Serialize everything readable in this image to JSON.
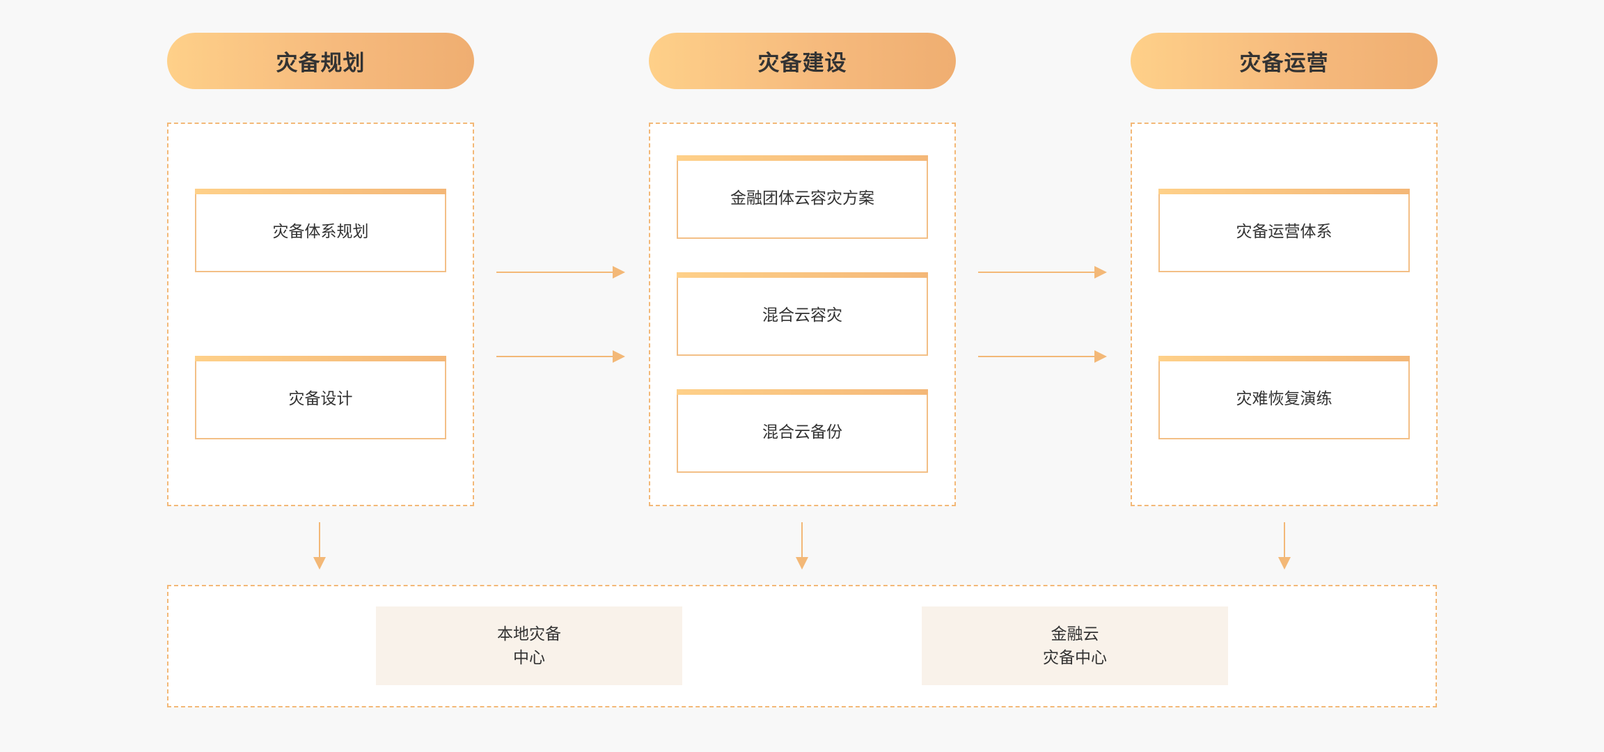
{
  "stages": [
    {
      "title": "灾备规划",
      "items": [
        "灾备体系规划",
        "灾备设计"
      ]
    },
    {
      "title": "灾备建设",
      "items": [
        "金融团体云容灾方案",
        "混合云容灾",
        "混合云备份"
      ]
    },
    {
      "title": "灾备运营",
      "items": [
        "灾备运营体系",
        "灾难恢复演练"
      ]
    }
  ],
  "centers": [
    {
      "line1": "本地灾备",
      "line2": "中心"
    },
    {
      "line1": "金融云",
      "line2": "灾备中心"
    }
  ],
  "colors": {
    "accent": "#f3b877",
    "gradient_start": "#fed089",
    "gradient_end": "#efae71",
    "center_bg": "#f9f2ea"
  }
}
